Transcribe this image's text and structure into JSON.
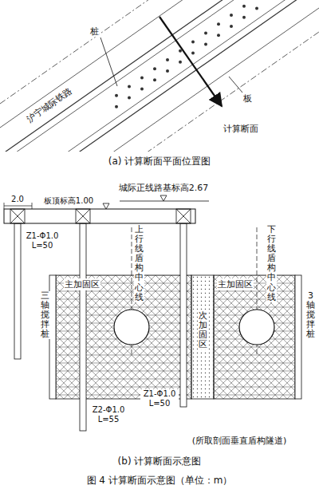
{
  "diagram": {
    "caption": "图 4 计算断面示意图（单位：m）",
    "nodes": [
      {
        "text": [
          "主加固区"
        ]
      },
      {
        "text": [
          "次加固区"
        ]
      },
      {
        "text": [
          "主加固区"
        ]
      }
    ],
    "labels": [
      "桩",
      "沪宁城际铁路",
      "板",
      "计算断面",
      "(a) 计算断面平面位置图",
      "城际正线路基标高2.67",
      "板顶标高1.00",
      "2.0",
      "Z1-Φ1.0 L=50",
      "三轴搅拌桩",
      "上行线盾构中心线",
      "下行线盾构中心线",
      "3轴搅拌桩",
      "Z2-Φ1.0 L=55",
      "Z1-Φ1.0 L=50",
      "(所取剖面垂直盾构隧道)",
      "(b) 计算断面示意图"
    ]
  }
}
